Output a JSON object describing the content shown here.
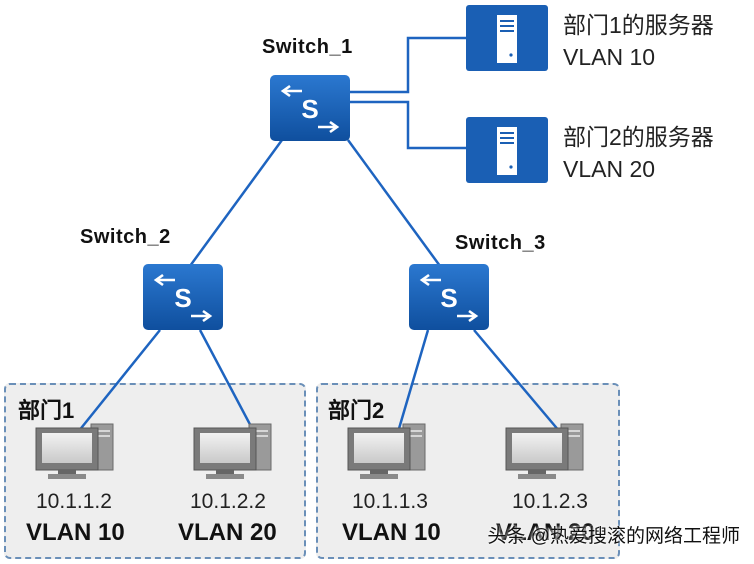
{
  "switches": {
    "core": "Switch_1",
    "left": "Switch_2",
    "right": "Switch_3"
  },
  "servers": [
    {
      "name": "部门1的服务器",
      "vlan": "VLAN 10"
    },
    {
      "name": "部门2的服务器",
      "vlan": "VLAN 20"
    }
  ],
  "departments": [
    {
      "label": "部门1",
      "hosts": [
        {
          "ip": "10.1.1.2",
          "vlan": "VLAN 10"
        },
        {
          "ip": "10.1.2.2",
          "vlan": "VLAN 20"
        }
      ]
    },
    {
      "label": "部门2",
      "hosts": [
        {
          "ip": "10.1.1.3",
          "vlan": "VLAN 10"
        },
        {
          "ip": "10.1.2.3",
          "vlan": "VLAN 20"
        }
      ]
    }
  ],
  "watermark": "头条 @热爱搜滚的网络工程师",
  "colors": {
    "device_blue": "#1a5fb4",
    "link_blue": "#1e64c0",
    "dashed_border": "#6a8fb8",
    "box_fill": "#eeeeee"
  },
  "icons": {
    "switch": "switch-icon",
    "server": "server-icon",
    "pc": "pc-icon"
  }
}
